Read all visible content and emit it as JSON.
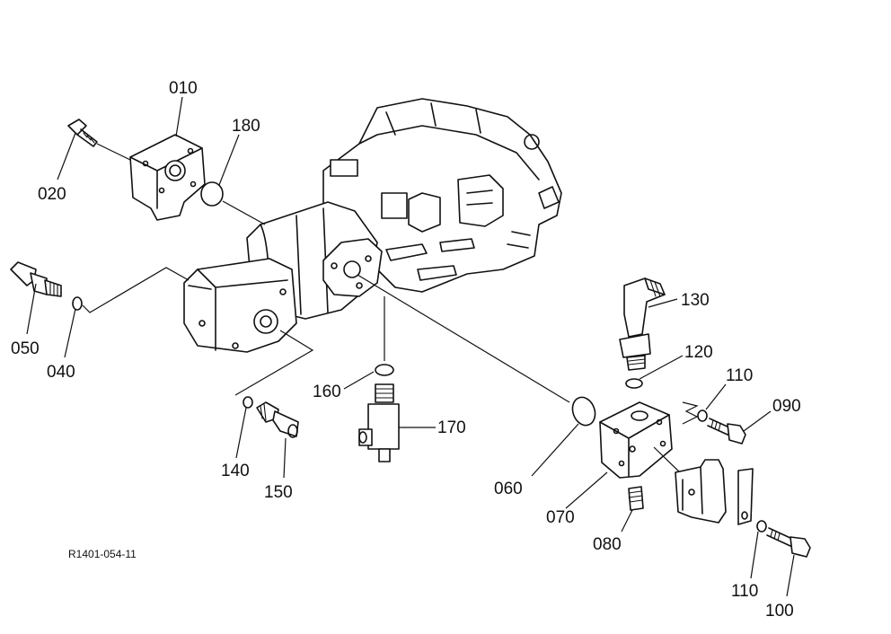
{
  "diagram": {
    "reference_code": "R1401-054-11",
    "parts": [
      {
        "id": "p010",
        "label": "010"
      },
      {
        "id": "p020",
        "label": "020"
      },
      {
        "id": "p180",
        "label": "180"
      },
      {
        "id": "p050",
        "label": "050"
      },
      {
        "id": "p040",
        "label": "040"
      },
      {
        "id": "p130",
        "label": "130"
      },
      {
        "id": "p120",
        "label": "120"
      },
      {
        "id": "p110a",
        "label": "110"
      },
      {
        "id": "p090",
        "label": "090"
      },
      {
        "id": "p160",
        "label": "160"
      },
      {
        "id": "p170",
        "label": "170"
      },
      {
        "id": "p140",
        "label": "140"
      },
      {
        "id": "p150",
        "label": "150"
      },
      {
        "id": "p060",
        "label": "060"
      },
      {
        "id": "p070",
        "label": "070"
      },
      {
        "id": "p080",
        "label": "080"
      },
      {
        "id": "p110b",
        "label": "110"
      },
      {
        "id": "p100",
        "label": "100"
      }
    ]
  }
}
